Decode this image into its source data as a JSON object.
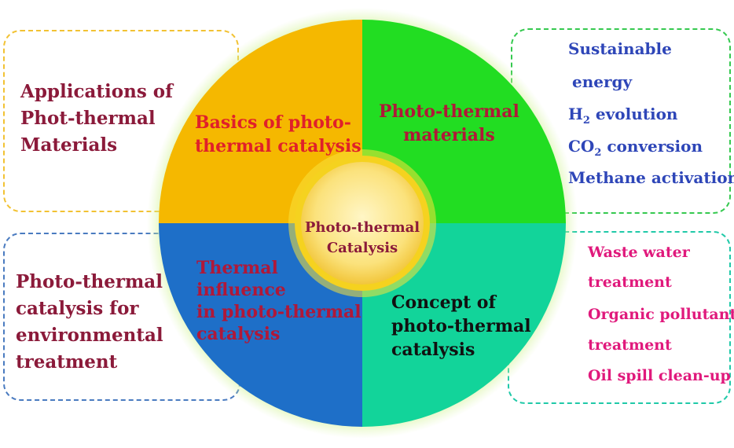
{
  "center": {
    "line1": "Photo-thermal",
    "line2": "Catalysis"
  },
  "quadrants": {
    "top_left": {
      "line1": "Basics of photo-",
      "line2": "thermal catalysis",
      "color": "#f5b800"
    },
    "top_right": {
      "line1": "Photo-thermal",
      "line2": "materials",
      "color": "#22dd22"
    },
    "bottom_left": {
      "line1": "Thermal",
      "line2": "influence",
      "line3": "in photo-thermal",
      "line4": "catalysis",
      "color": "#1e6fc8"
    },
    "bottom_right": {
      "line1": "Concept of",
      "line2": "photo-thermal",
      "line3": "catalysis",
      "color": "#12d49a"
    }
  },
  "boxes": {
    "top_left": {
      "line1": "Applications of",
      "line2": "Phot-thermal",
      "line3": "Materials"
    },
    "bottom_left": {
      "line1": "Photo-thermal",
      "line2": "catalysis for",
      "line3": "environmental",
      "line4": "treatment"
    },
    "top_right": {
      "item1_line1": "Sustainable",
      "item1_line2": "energy",
      "item2_pre": "H",
      "item2_sub": "2",
      "item2_post": " evolution",
      "item3_pre": "CO",
      "item3_sub": "2",
      "item3_post": " conversion",
      "item4": "Methane activation"
    },
    "bottom_right": {
      "item1_line1": "Waste water",
      "item1_line2": "treatment",
      "item2_line1": "Organic pollutant",
      "item2_line2": "treatment",
      "item3": "Oil spill clean-up"
    }
  }
}
